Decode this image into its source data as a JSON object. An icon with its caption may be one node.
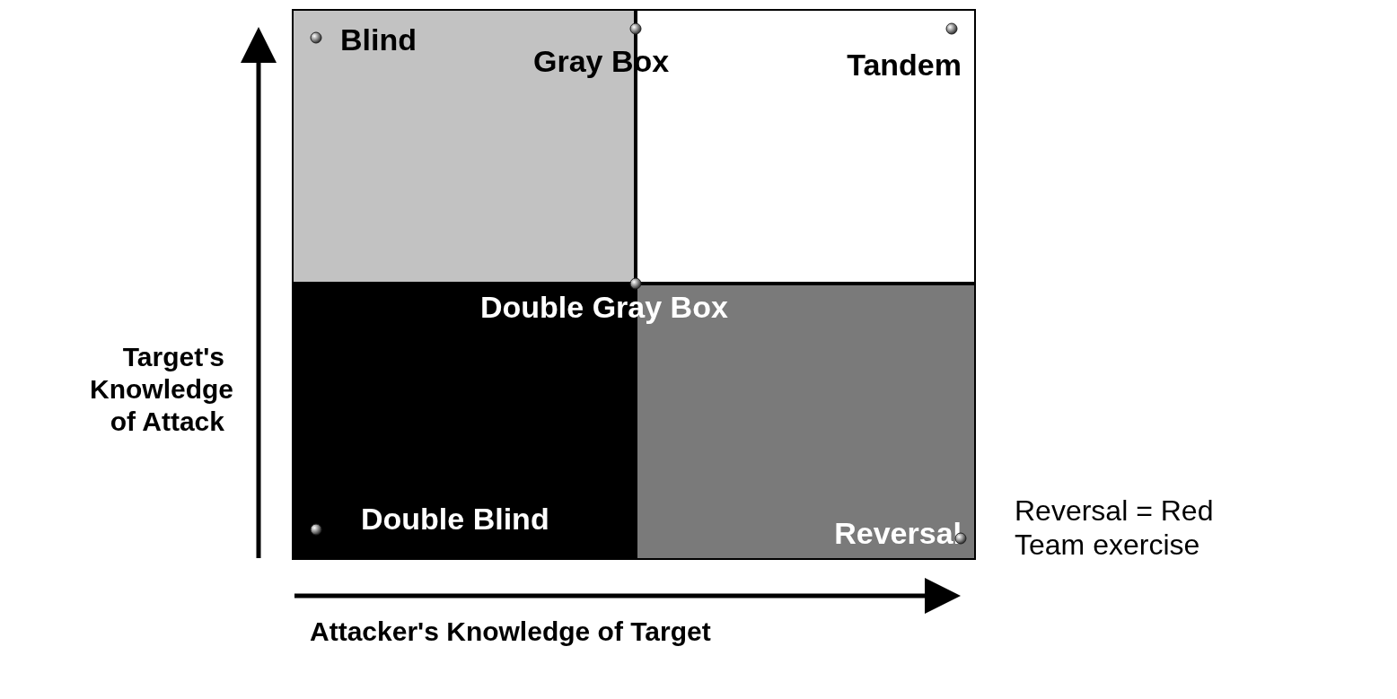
{
  "diagram": {
    "nodes": [
      {
        "text": [
          "Blind"
        ]
      },
      {
        "text": [
          "Tandem"
        ]
      },
      {
        "text": [
          "Double Blind"
        ]
      },
      {
        "text": [
          "Reversal"
        ]
      }
    ],
    "edges": [],
    "labels": [
      "Gray Box",
      "Double Gray Box",
      "Target's Knowledge of Attack",
      "Attacker's Knowledge of Target",
      "Reversal = Red Team exercise"
    ]
  }
}
